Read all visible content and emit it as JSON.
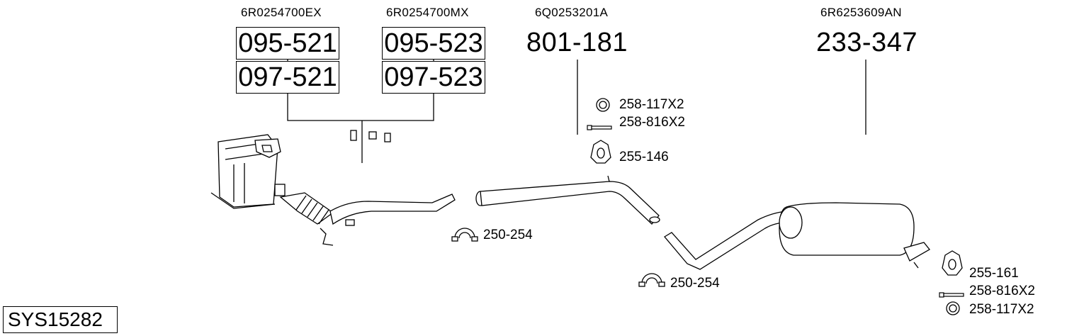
{
  "system_code": "SYS15282",
  "oe_numbers": {
    "dpf_a": "6R0254700EX",
    "dpf_b": "6R0254700MX",
    "middle_pipe": "6Q0253201A",
    "rear_silencer": "6R6253609AN"
  },
  "dpf_parts": {
    "a_top": "095-521",
    "b_top": "095-523",
    "a_bottom": "097-521",
    "b_bottom": "097-523"
  },
  "main_parts": {
    "middle_pipe": "801-181",
    "rear_silencer": "233-347"
  },
  "accessories": {
    "ring_mid": "258-117X2",
    "bolt_mid": "258-816X2",
    "hanger_mid": "255-146",
    "clamp_front": "250-254",
    "clamp_rear": "250-254",
    "hanger_rear": "255-161",
    "bolt_rear": "258-816X2",
    "ring_rear": "258-117X2"
  }
}
